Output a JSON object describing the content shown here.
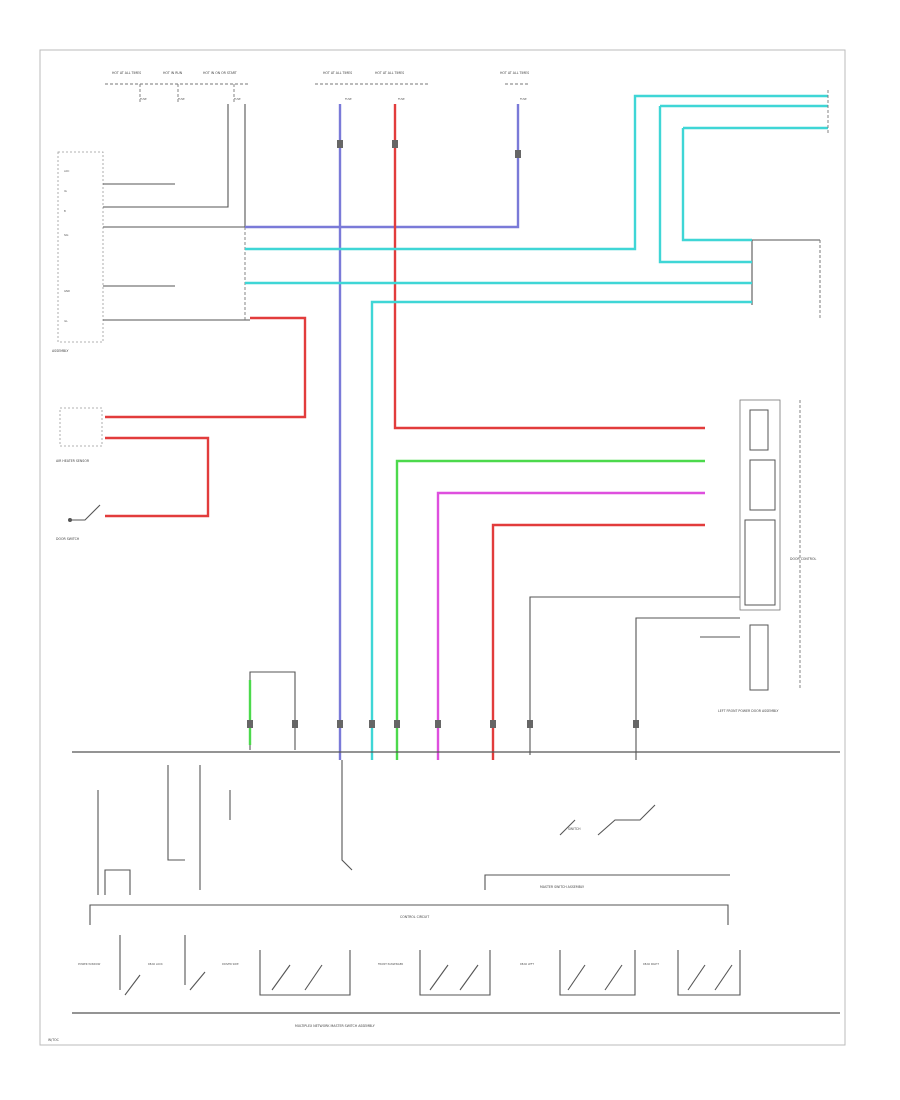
{
  "labels": {
    "fuse_blocks": [
      "HOT AT ALL TIMES",
      "HOT IN RUN",
      "HOT IN ON OR START",
      "HOT AT ALL TIMES",
      "HOT AT ALL TIMES",
      "HOT AT ALL TIMES"
    ],
    "fuses": [
      "FUSE",
      "FUSE",
      "FUSE",
      "FUSE",
      "FUSE",
      "FUSE"
    ],
    "left_connector_pins": [
      "ACC",
      "IG",
      "B",
      "SIG",
      "GND",
      "ILL"
    ],
    "left_module": "ASSEMBLY",
    "heater_unit": "AIR HEATER SENSOR",
    "left_switch": "DOOR SWITCH",
    "right_module": "DOOR CONTROL",
    "right_lower_module": "LEFT FRONT POWER DOOR ASSEMBLY",
    "switch_center": "SWITCH",
    "switch_panel": "MASTER SWITCH ASSEMBLY",
    "control_circuit": "CONTROL CIRCUIT",
    "bottom_assembly": "MULTIPLEX NETWORK MASTER SWITCH ASSEMBLY",
    "switch_group_labels": [
      "POWER WINDOW",
      "REAR LOCK",
      "DRIVER SIDE",
      "FRONT PASSENGER",
      "REAR LEFT",
      "REAR RIGHT"
    ],
    "footer": "W/TOC"
  },
  "colors": {
    "blue": "#7a7ad8",
    "red": "#e23c3c",
    "cyan": "#3fd6d6",
    "green": "#4cd94c",
    "magenta": "#de4fde",
    "black": "#555555"
  }
}
